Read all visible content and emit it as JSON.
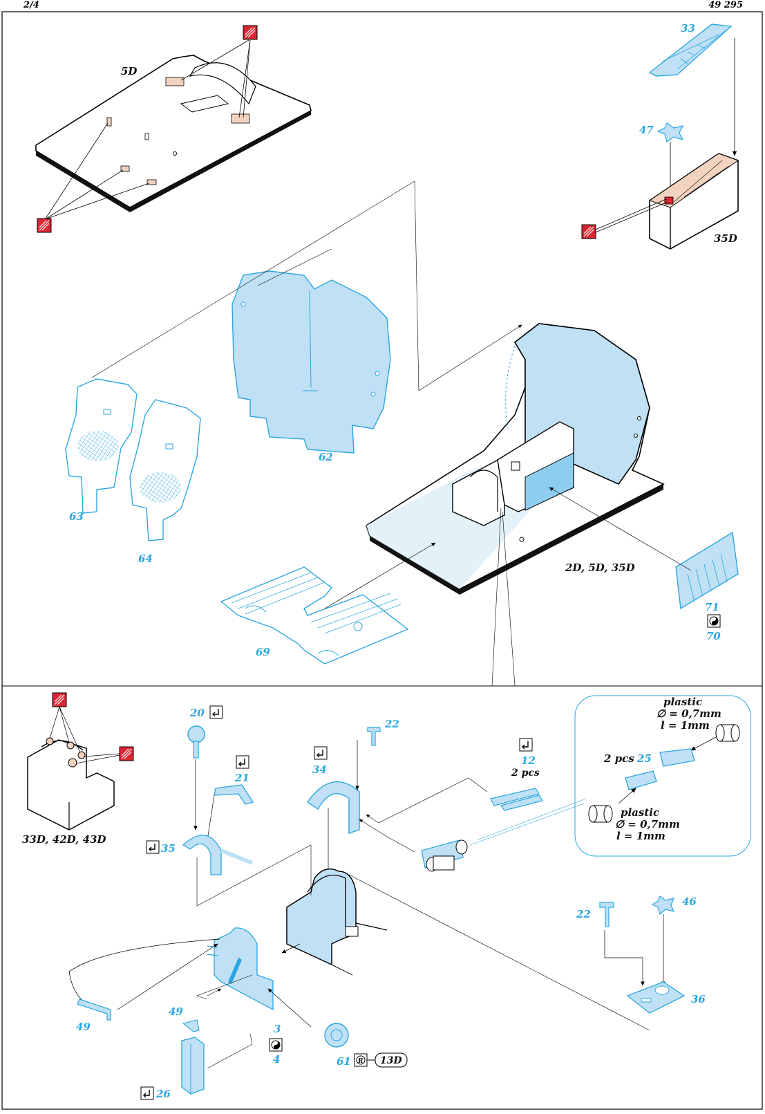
{
  "header": {
    "page": "2/4",
    "set_number": "49 295"
  },
  "colors": {
    "part_blue": "#2aa6e0",
    "part_fill": "#bfe0f5",
    "paint_red": "#d92632",
    "copper": "#f2d3bf"
  },
  "icons": {
    "paint": "paint-swatch-icon",
    "fold": "fold-icon",
    "either": "either-or-icon",
    "replace": "replace-icon"
  },
  "top": {
    "labels": {
      "p5d": "5D",
      "p33": "33",
      "p47": "47",
      "p35d": "35D",
      "p62": "62",
      "p63": "63",
      "p64": "64",
      "p69": "69",
      "p71": "71",
      "p70": "70",
      "assembly": "2D, 5D, 35D"
    }
  },
  "bottom": {
    "labels": {
      "box": "33D, 42D, 43D",
      "p20": "20",
      "p21": "21",
      "p35": "35",
      "p34": "34",
      "p22a": "22",
      "p12": "12",
      "p12_qty": "2 pcs",
      "p25_qty": "2 pcs",
      "p25": "25",
      "p22b": "22",
      "p46": "46",
      "p36": "36",
      "p49a": "49",
      "p49b": "49",
      "p26": "26",
      "p3": "3",
      "p4": "4",
      "p61": "61",
      "p13d": "13D"
    },
    "plastic_note_1": {
      "title": "plastic",
      "diameter": "∅ = 0,7mm",
      "length": "l = 1mm"
    },
    "plastic_note_2": {
      "title": "plastic",
      "diameter": "∅ = 0,7mm",
      "length": "l = 1mm"
    }
  }
}
